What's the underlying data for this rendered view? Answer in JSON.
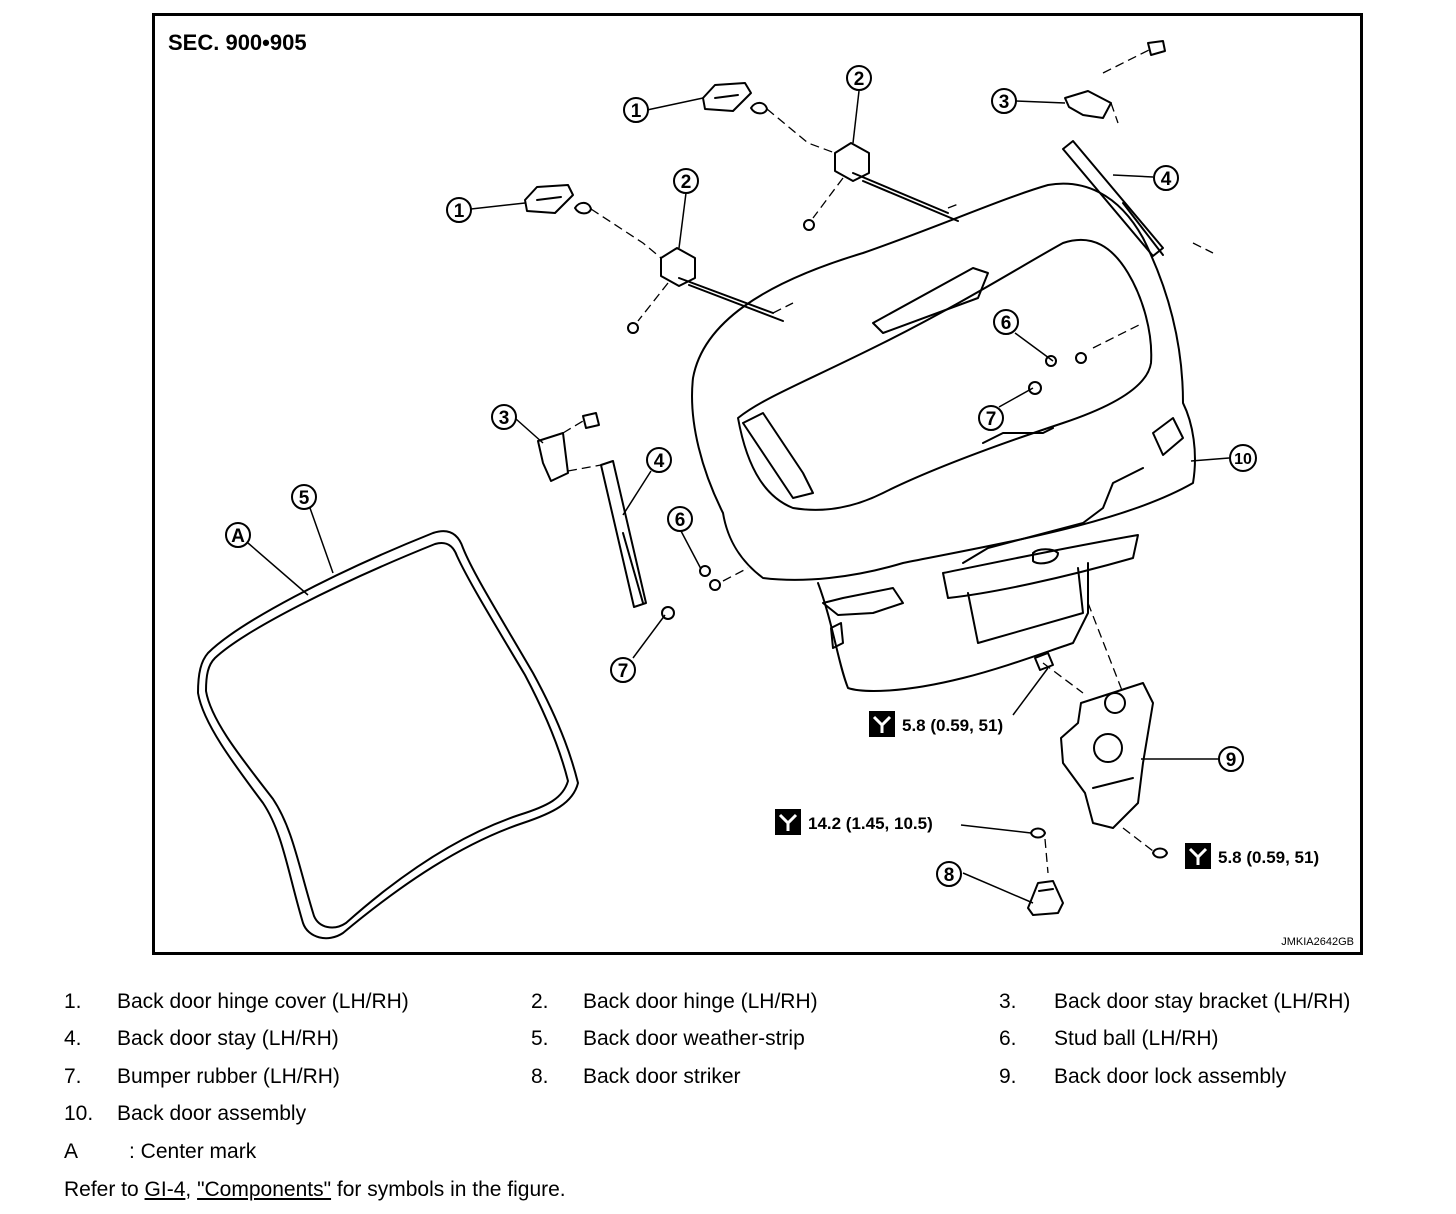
{
  "section_label": "SEC. 900•905",
  "figure_code": "JMKIA2642GB",
  "callouts": {
    "c1a": "1",
    "c1b": "1",
    "c2a": "2",
    "c2b": "2",
    "c3a": "3",
    "c3b": "3",
    "c4a": "4",
    "c4b": "4",
    "c5": "5",
    "c6a": "6",
    "c6b": "6",
    "c7a": "7",
    "c7b": "7",
    "c8": "8",
    "c9": "9",
    "c10": "10",
    "cA": "A"
  },
  "torques": {
    "t1": "5.8 (0.59, 51)",
    "t2": "14.2 (1.45, 10.5)",
    "t3": "5.8 (0.59, 51)"
  },
  "legend": [
    {
      "num": "1.",
      "text": "Back door hinge cover (LH/RH)"
    },
    {
      "num": "2.",
      "text": "Back door hinge (LH/RH)"
    },
    {
      "num": "3.",
      "text": "Back door stay bracket (LH/RH)"
    },
    {
      "num": "4.",
      "text": "Back door stay (LH/RH)"
    },
    {
      "num": "5.",
      "text": "Back door weather-strip"
    },
    {
      "num": "6.",
      "text": "Stud ball (LH/RH)"
    },
    {
      "num": "7.",
      "text": "Bumper rubber (LH/RH)"
    },
    {
      "num": "8.",
      "text": "Back door striker"
    },
    {
      "num": "9.",
      "text": "Back door lock assembly"
    },
    {
      "num": "10.",
      "text": "Back door assembly"
    },
    {
      "num": "A",
      "text": ": Center mark"
    }
  ],
  "refer": {
    "prefix": "Refer to ",
    "link1": "GI-4",
    "sep": ", ",
    "link2": "\"Components\"",
    "suffix": " for symbols in the figure."
  }
}
